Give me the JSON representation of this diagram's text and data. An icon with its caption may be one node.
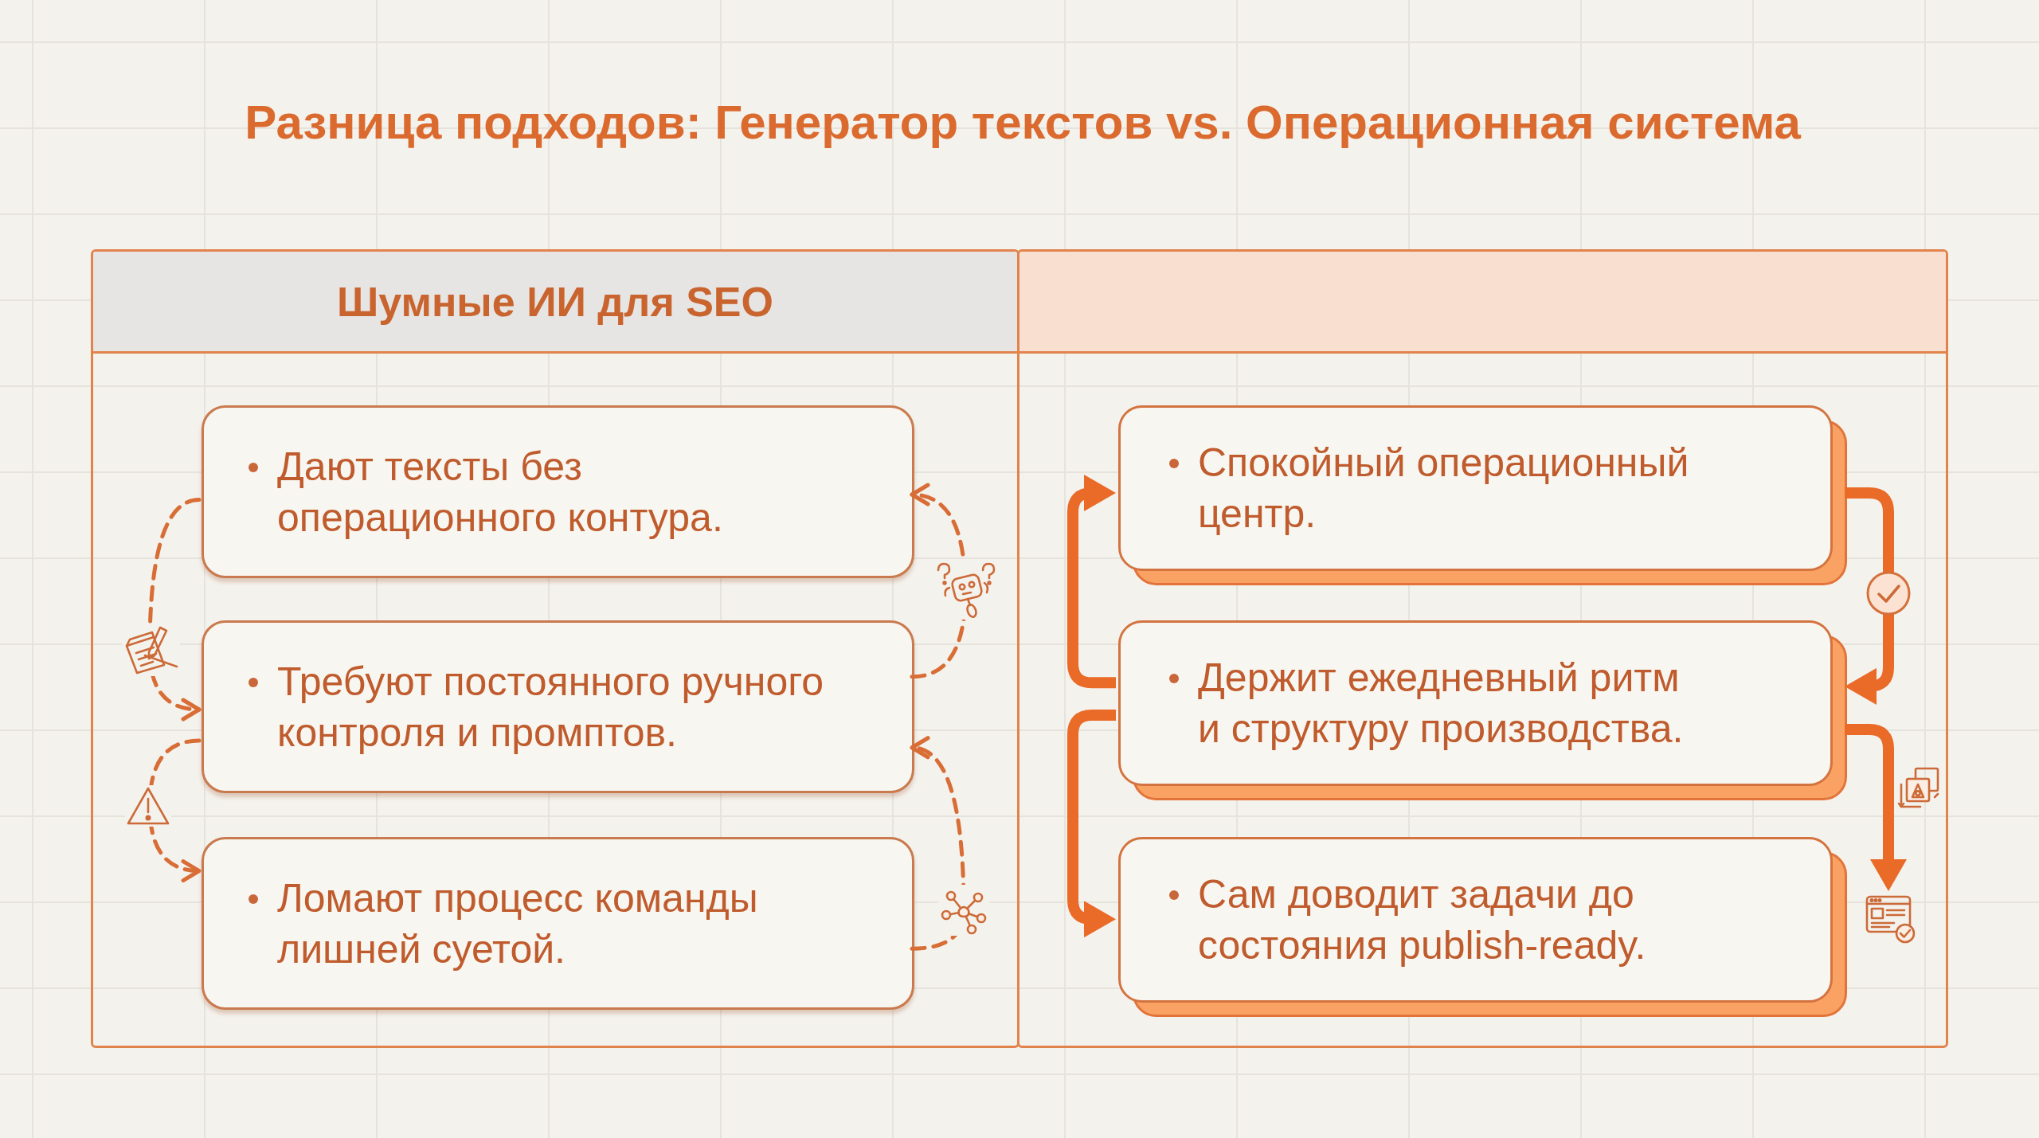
{
  "diagram": {
    "title": "Разница подходов: Генератор текстов vs. Операционная система",
    "nodes": [
      {
        "text": [
          "Шумные ИИ для SEO"
        ]
      },
      {
        "text": [
          "Дают тексты без операционного контура."
        ],
        "in": 0
      },
      {
        "text": [
          "Требуют постоянного ручного контроля и промптов."
        ],
        "in": 0
      },
      {
        "text": [
          "Ломают процесс команды лишней суетой."
        ],
        "in": 0
      },
      {
        "text": [],
        "shape": "box"
      },
      {
        "text": [
          "Спокойный операционный центр."
        ],
        "in": 4
      },
      {
        "text": [
          "Держит ежедневный ритм и структуру производства."
        ],
        "in": 4
      },
      {
        "text": [
          "Сам доводит задачи до состояния publish-ready."
        ],
        "in": 4
      },
      {
        "text": [],
        "shape": "picture",
        "in": 4
      }
    ],
    "edges": [
      {
        "from": 1,
        "to": 2,
        "arrow": "to",
        "style": "dashed"
      },
      {
        "from": 2,
        "to": 3,
        "arrow": "to",
        "style": "dashed"
      },
      {
        "from": 2,
        "to": 1,
        "arrow": "to",
        "style": "dashed"
      },
      {
        "from": 3,
        "to": 2,
        "arrow": "to",
        "style": "dashed"
      },
      {
        "from": 6,
        "to": 5,
        "arrow": "to",
        "style": "thick"
      },
      {
        "from": 6,
        "to": 7,
        "arrow": "to",
        "style": "thick"
      },
      {
        "from": 5,
        "to": 6,
        "arrow": "to",
        "style": "thick"
      },
      {
        "from": 6,
        "to": 8,
        "arrow": "to",
        "style": "thick"
      }
    ]
  }
}
